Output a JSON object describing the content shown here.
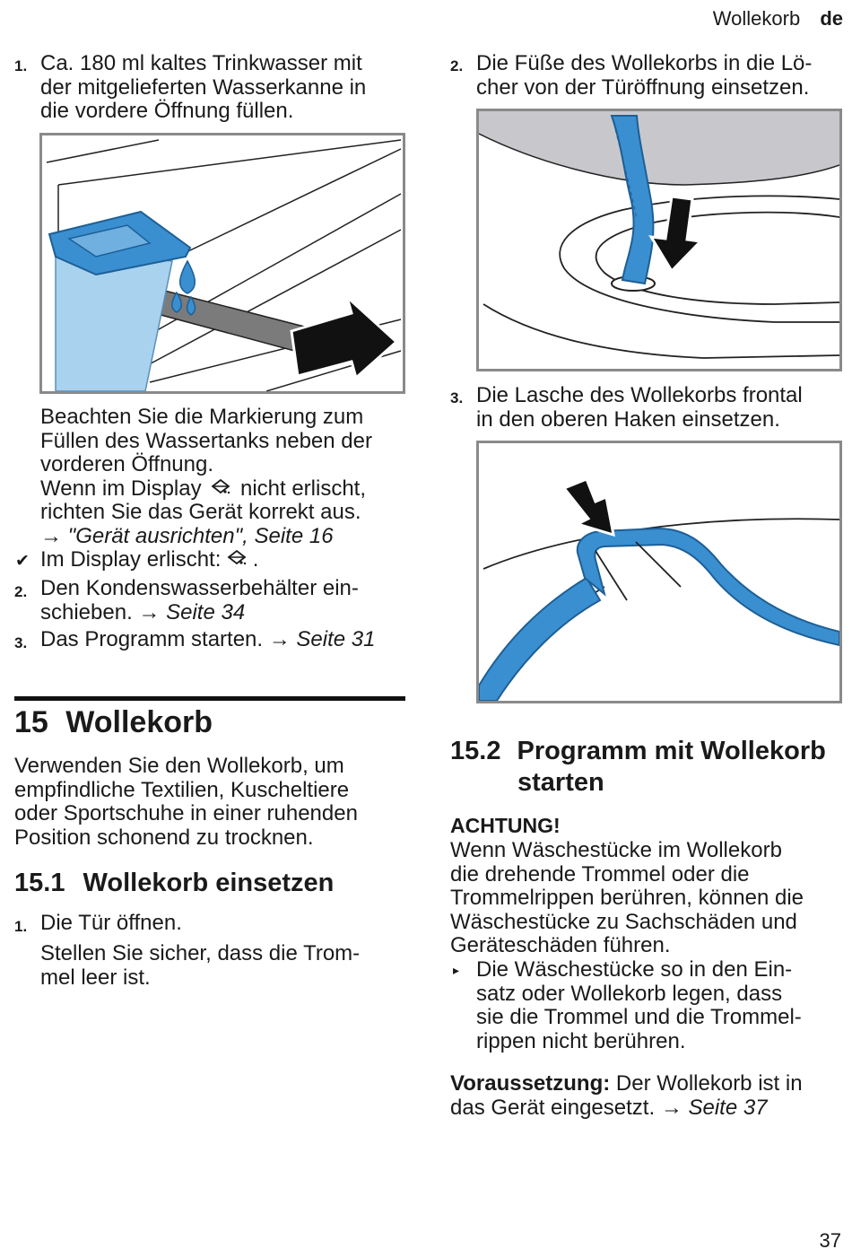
{
  "header": {
    "section": "Wollekorb",
    "lang": "de"
  },
  "left": {
    "step1": {
      "num": "1.",
      "lines": [
        "Ca. 180 ml kaltes Trinkwasser mit",
        "der mitgelieferten Wasserkanne in",
        "die vordere Öffnung füllen."
      ]
    },
    "note": {
      "lines": [
        "Beachten Sie die Markierung zum",
        "Füllen des Wassertanks neben der",
        "vorderen Öffnung."
      ],
      "display_a": "Wenn im Display",
      "display_b": "nicht erlischt,",
      "align_line": "richten Sie das Gerät korrekt aus.",
      "ref_arrow": "→",
      "ref_text": "\"Gerät ausrichten\", Seite 16"
    },
    "result": {
      "check": "✔",
      "text": "Im Display erlischt:",
      "dot": "."
    },
    "step2": {
      "num": "2.",
      "lines": [
        "Den Kondenswasserbehälter ein-",
        "schieben."
      ],
      "ref_arrow": "→",
      "ref_text": "Seite 34"
    },
    "step3": {
      "num": "3.",
      "text": "Das Programm starten.",
      "ref_arrow": "→",
      "ref_text": "Seite 31"
    },
    "chapter": {
      "number": "15",
      "title": "Wollekorb",
      "intro": [
        "Verwenden Sie den Wollekorb, um",
        "empfindliche Textilien, Kuscheltiere",
        "oder Sportschuhe in einer ruhenden",
        "Position schonend zu trocknen."
      ]
    },
    "section1": {
      "number": "15.1",
      "title": "Wollekorb einsetzen",
      "step1_num": "1.",
      "step1_text": "Die Tür öffnen.",
      "step1_sub": [
        "Stellen Sie sicher, dass die Trom-",
        "mel leer ist."
      ]
    }
  },
  "right": {
    "step2": {
      "num": "2.",
      "lines": [
        "Die Füße des Wollekorbs in die Lö-",
        "cher von der Türöffnung einsetzen."
      ]
    },
    "step3": {
      "num": "3.",
      "lines": [
        "Die Lasche des Wollekorbs frontal",
        "in den oberen Haken einsetzen."
      ]
    },
    "section2": {
      "number": "15.2",
      "title_lines": [
        "Programm mit Wollekorb",
        "starten"
      ]
    },
    "warning": {
      "title": "ACHTUNG!",
      "lines": [
        "Wenn Wäschestücke im Wollekorb",
        "die drehende Trommel oder die",
        "Trommelrippen berühren, können die",
        "Wäschestücke zu Sachschäden und",
        "Geräteschäden führen."
      ],
      "bullet": "▸",
      "action": [
        "Die Wäschestücke so in den Ein-",
        "satz oder Wollekorb legen, dass",
        "sie die Trommel und die Trommel-",
        "rippen nicht berühren."
      ]
    },
    "prereq": {
      "label": "Voraussetzung:",
      "text_a": "Der Wollekorb ist in",
      "text_b": "das Gerät eingesetzt.",
      "ref_arrow": "→",
      "ref_text": "Seite 37"
    }
  },
  "footer": {
    "page_number": "37"
  },
  "colors": {
    "accent_blue": "#3a8fd0",
    "light_blue": "#a8d2ee",
    "frame_gray": "#8a8a8a",
    "drum_gray": "#c8c8cc"
  },
  "icons": [
    "display-tilt-icon",
    "check-icon",
    "arrow-right-icon",
    "bullet-triangle-icon"
  ]
}
